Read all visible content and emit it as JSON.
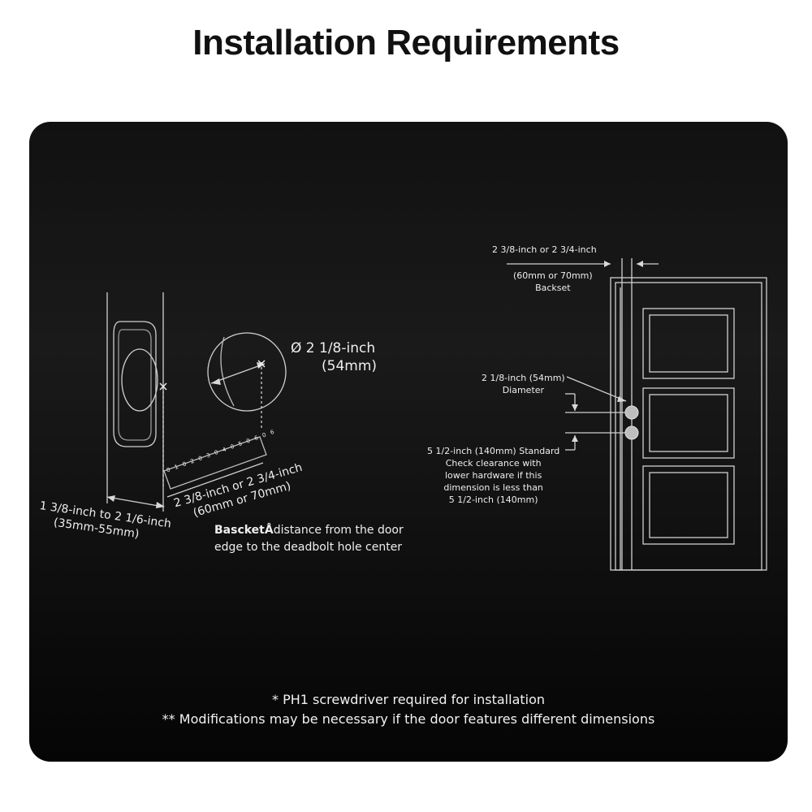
{
  "title": "Installation Requirements",
  "left_diagram": {
    "diameter_line1": "Ø 2 1/8-inch",
    "diameter_line2": "(54mm)",
    "backset_line1": "2 3/8-inch or 2 3/4-inch",
    "backset_line2": "(60mm or 70mm)",
    "thickness_line1": "1 3/8-inch to 2 1/6-inch",
    "thickness_line2": "(35mm-55mm)",
    "ruler_ticks": [
      "0",
      "10",
      "20",
      "30",
      "40",
      "50",
      "60",
      "6"
    ],
    "note_bold": "BascketÅ",
    "note_rest": "distance from the door",
    "note_line2": "edge to the deadbolt hole center"
  },
  "right_diagram": {
    "backset_top": "2 3/8-inch or 2 3/4-inch",
    "backset_mm": "(60mm or 70mm)",
    "backset_word": "Backset",
    "hole_dia": "2 1/8-inch (54mm)",
    "hole_dia_word": "Diameter",
    "spacing_line1": "5 1/2-inch (140mm) Standard",
    "spacing_line2": "Check clearance with",
    "spacing_line3": "lower hardware if this",
    "spacing_line4": "dimension is less than",
    "spacing_line5": "5 1/2-inch (140mm)"
  },
  "footnotes": {
    "line1": "* PH1 screwdriver required for installation",
    "line2": "** Modifications may be necessary if the door features different dimensions"
  },
  "colors": {
    "panel": "#111111",
    "line": "#d8d8d8",
    "text": "#eeeeee"
  }
}
